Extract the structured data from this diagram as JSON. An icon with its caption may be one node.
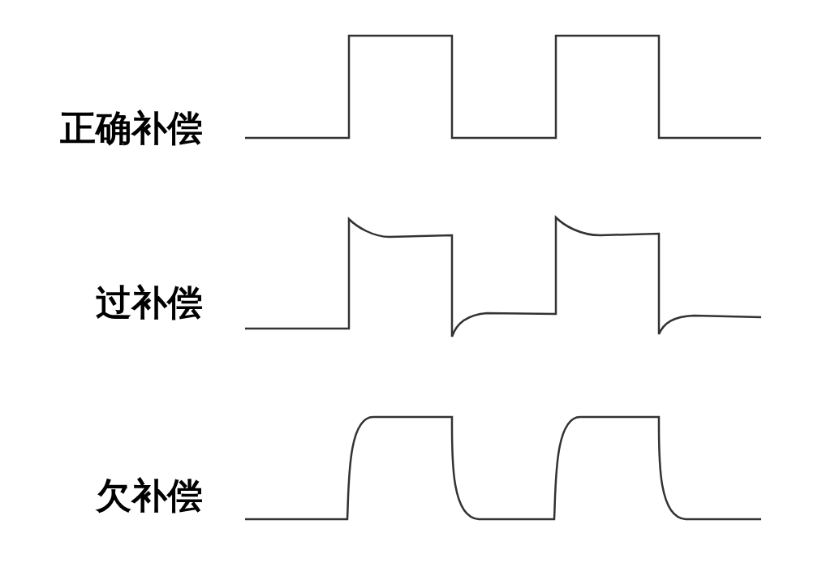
{
  "diagram": {
    "labels": [
      "正确补偿",
      "过补偿",
      "欠补偿"
    ]
  }
}
